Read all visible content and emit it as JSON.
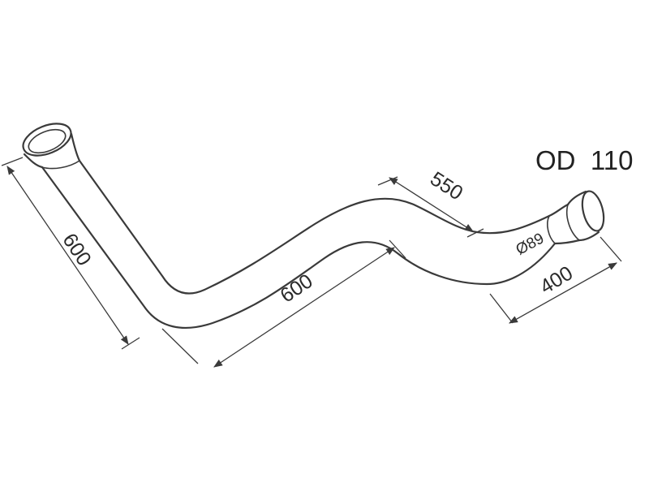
{
  "labels": {
    "outer_diameter": "OD  110",
    "pipe_diameter": "Ø89"
  },
  "dimensions": {
    "left_riser": "600",
    "middle_run": "600",
    "upper_offset": "550",
    "right_end": "400"
  },
  "colors": {
    "line": "#3a3a3a",
    "text": "#2a2a2a",
    "background": "#ffffff"
  }
}
